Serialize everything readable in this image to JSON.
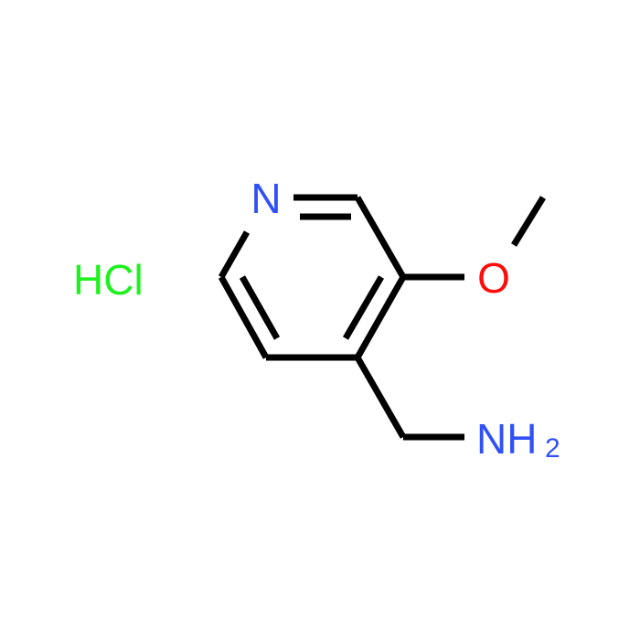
{
  "molecule": {
    "atoms": {
      "N": {
        "text": "N",
        "color": "#3050F8"
      },
      "O": {
        "text": "O",
        "color": "#FF0D0D"
      },
      "NH2": {
        "main": "NH",
        "sub": "2",
        "color": "#3050F8"
      }
    },
    "salt": {
      "text": "HCl",
      "color": "#1FF01F"
    },
    "bond_color": "#000000"
  }
}
